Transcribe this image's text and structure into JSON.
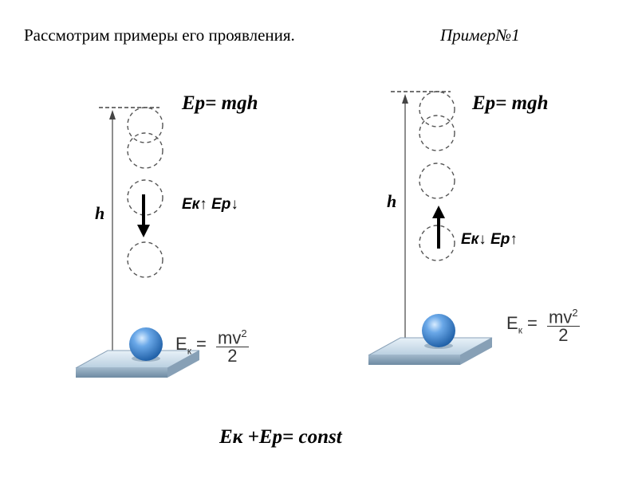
{
  "header": {
    "text": "Рассмотрим примеры его проявления.",
    "example_label": "Пример№1"
  },
  "panels": [
    {
      "potential_formula": "Ep= mgh",
      "height_label": "h",
      "energy_change": "Eк↑ Ep↓",
      "kinetic": {
        "prefix": "E",
        "sub": "к",
        "num": "mv",
        "exp": "2",
        "den": "2"
      },
      "arrow_direction": "down"
    },
    {
      "potential_formula": "Ep= mgh",
      "height_label": "h",
      "energy_change": "Eк↓ Ep↑",
      "kinetic": {
        "prefix": "E",
        "sub": "к",
        "num": "mv",
        "exp": "2",
        "den": "2"
      },
      "arrow_direction": "up"
    }
  ],
  "conservation_law": "Eк +Ep= const",
  "colors": {
    "ball": "#4a8fd6",
    "platform": "#c9d9e6",
    "dashed_circle": "#555555"
  }
}
